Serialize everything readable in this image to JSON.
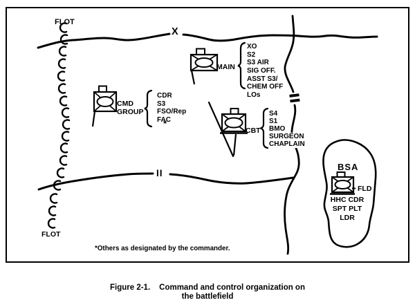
{
  "figure": {
    "footnote": "*Others as designated by the commander.",
    "caption": {
      "figure_label": "Figure 2-1.",
      "title_line1": "Command and control organization on",
      "title_line2": "the battlefield"
    }
  },
  "map": {
    "flot_top": "FLOT",
    "flot_bottom": "FLOT",
    "boundary_x": "X",
    "boundary_ii": "II"
  },
  "units": {
    "main": {
      "label": "MAIN",
      "staff": [
        "XO",
        "S2",
        "S3 AIR",
        "SIG OFF.",
        "ASST S3/",
        "CHEM OFF",
        "LOs"
      ]
    },
    "cmd_group": {
      "label_line1": "CMD",
      "label_line2": "GROUP",
      "staff": [
        "CDR",
        "S3",
        "FSO/Rep",
        "FAC"
      ],
      "footnote_mark": "*"
    },
    "cbt": {
      "label": "CBT",
      "staff": [
        "S4",
        "S1",
        "BMO",
        "SURGEON",
        "CHAPLAIN"
      ]
    },
    "bsa": {
      "area_label": "BSA",
      "unit_label": "FLD",
      "staff": [
        "HHC CDR",
        "SPT PLT",
        "LDR"
      ]
    }
  },
  "colors": {
    "ink": "#000000",
    "paper": "#ffffff"
  }
}
